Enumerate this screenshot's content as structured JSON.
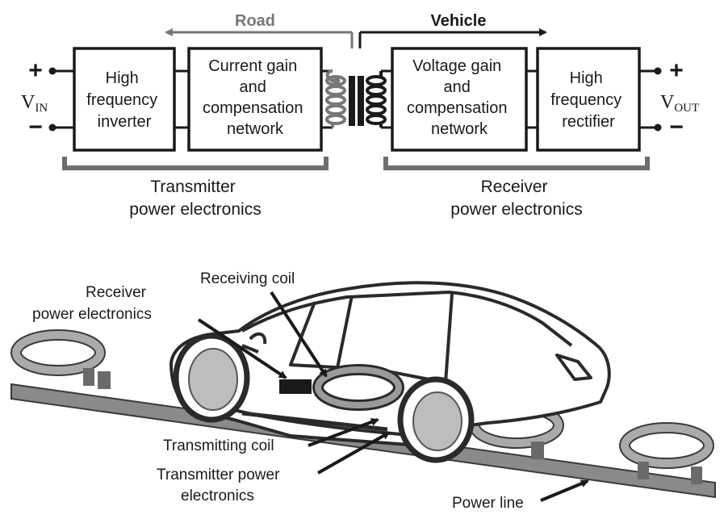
{
  "block_diagram": {
    "road_label": "Road",
    "vehicle_label": "Vehicle",
    "blocks": [
      {
        "lines": [
          "High",
          "frequency",
          "inverter"
        ]
      },
      {
        "lines": [
          "Current gain",
          "and",
          "compensation",
          "network"
        ]
      },
      {
        "lines": [
          "Voltage gain",
          "and",
          "compensation",
          "network"
        ]
      },
      {
        "lines": [
          "High",
          "frequency",
          "rectifier"
        ]
      }
    ],
    "vin": {
      "main": "V",
      "sub": "IN"
    },
    "vout": {
      "main": "V",
      "sub": "OUT"
    },
    "plus_sign": "+",
    "minus_sign": "−",
    "transmitter_group": [
      "Transmitter",
      "power electronics"
    ],
    "receiver_group": [
      "Receiver",
      "power electronics"
    ]
  },
  "illustration": {
    "receiver_pe": [
      "Receiver",
      "power electronics"
    ],
    "receiving_coil": "Receiving coil",
    "transmitting_coil": "Transmitting coil",
    "transmitter_pe": [
      "Transmitter power",
      "electronics"
    ],
    "power_line": "Power line"
  },
  "colors": {
    "stroke": "#1a1a1a",
    "bracket": "#6e6e6e",
    "road_arrow": "#777777",
    "coil_fill": "#b8b8b8",
    "wheel_fill": "#bdbdbd",
    "power_line": "#888888"
  }
}
